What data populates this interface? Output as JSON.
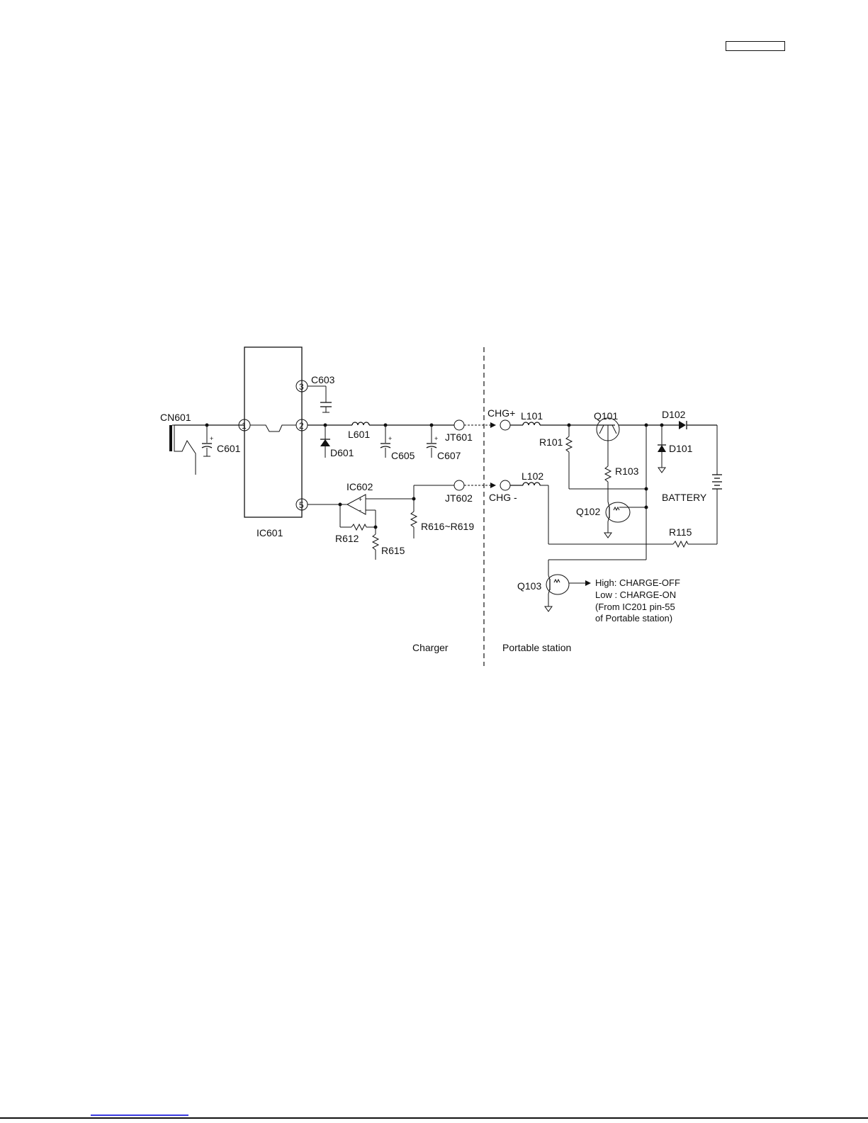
{
  "labels": {
    "cn601": "CN601",
    "c601": "C601",
    "c603": "C603",
    "ic601": "IC601",
    "pin1": "1",
    "pin2": "2",
    "pin3": "3",
    "pin5": "5",
    "d601": "D601",
    "l601": "L601",
    "c605": "C605",
    "c607": "C607",
    "jt601": "JT601",
    "jt602": "JT602",
    "ic602": "IC602",
    "r612": "R612",
    "r615": "R615",
    "r616": "R616~R619",
    "chg_plus": "CHG+",
    "chg_minus": "CHG -",
    "l101": "L101",
    "l102": "L102",
    "q101": "Q101",
    "q102": "Q102",
    "q103": "Q103",
    "r101": "R101",
    "r103": "R103",
    "r115": "R115",
    "d101": "D101",
    "d102": "D102",
    "battery": "BATTERY",
    "charger": "Charger",
    "portable": "Portable station",
    "note_high": "High: CHARGE-OFF",
    "note_low": "Low : CHARGE-ON",
    "note_from": "(From IC201 pin-55",
    "note_of": "of Portable station)"
  }
}
